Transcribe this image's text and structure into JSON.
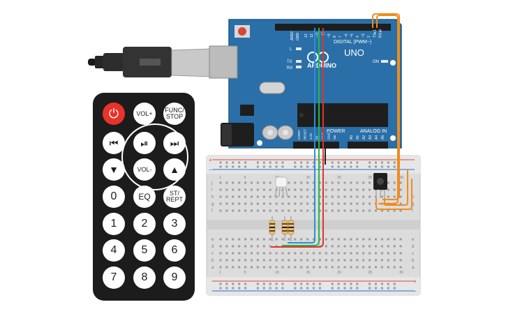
{
  "arduino": {
    "brand": "ARDUINO",
    "model": "UNO",
    "digital_header": "DIGITAL (PWM~)",
    "analog_header": "ANALOG IN",
    "power_header": "POWER",
    "aref": "AREF",
    "gnd": "GND",
    "on_label": "ON",
    "led_l": "L",
    "led_tx": "TX",
    "led_rx": "RX",
    "digital_pins": [
      "13",
      "12",
      "~11",
      "~10",
      "~9",
      "8",
      "7",
      "~6",
      "~5",
      "4",
      "~3",
      "2",
      "TX▸1",
      "RX◂0"
    ],
    "power_pins": [
      "IOREF",
      "RESET",
      "3.3V",
      "5V",
      "GND",
      "GND",
      "Vin"
    ],
    "analog_pins": [
      "A0",
      "A1",
      "A2",
      "A3",
      "A4",
      "A5"
    ]
  },
  "breadboard": {
    "column_labels": [
      "1",
      "5",
      "10",
      "15",
      "20",
      "25",
      "30"
    ],
    "row_labels_top": [
      "j",
      "i",
      "h",
      "g",
      "f"
    ],
    "row_labels_bottom": [
      "e",
      "d",
      "c",
      "b",
      "a"
    ],
    "plus": "+",
    "minus": "−"
  },
  "remote": {
    "power_glyph": "⏻",
    "vol_up": "VOL+",
    "func_stop": "FUNC/\nSTOP",
    "prev_glyph": "⏮",
    "play_pause_glyph": "⏯",
    "next_glyph": "⏭",
    "down_glyph": "▼",
    "vol_down": "VOL-",
    "up_glyph": "▲",
    "zero": "0",
    "eq": "EQ",
    "st_rept": "ST/\nREPT",
    "digits": [
      "1",
      "2",
      "3",
      "4",
      "5",
      "6",
      "7",
      "8",
      "9"
    ]
  },
  "colors": {
    "arduino_blue": "#2a6fa8",
    "wire_orange": "#f08c1a",
    "wire_blue": "#2b8fd8",
    "wire_green": "#2bb34a",
    "wire_red": "#e0352b",
    "remote_body": "#1c1c1c",
    "power_red": "#e8332a"
  }
}
